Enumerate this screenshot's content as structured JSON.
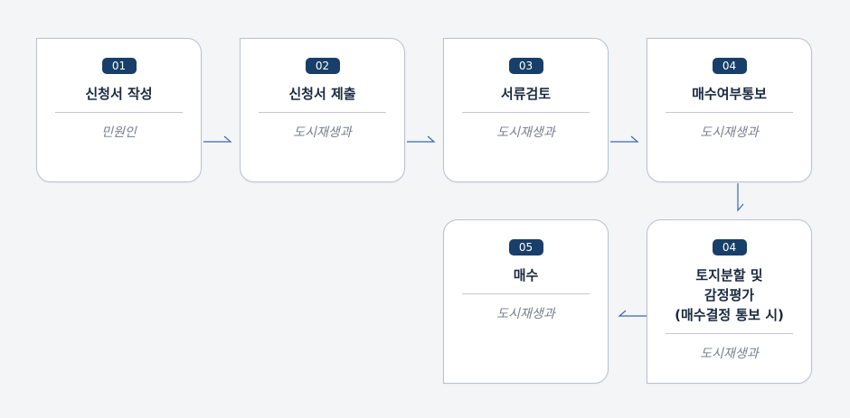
{
  "steps": [
    {
      "number": "01",
      "title_lines": [
        "신청서 작성"
      ],
      "org": "민원인"
    },
    {
      "number": "02",
      "title_lines": [
        "신청서 제출"
      ],
      "org": "도시재생과"
    },
    {
      "number": "03",
      "title_lines": [
        "서류검토"
      ],
      "org": "도시재생과"
    },
    {
      "number": "04",
      "title_lines": [
        "매수여부통보"
      ],
      "org": "도시재생과"
    },
    {
      "number": "04",
      "title_lines": [
        "토지분할 및",
        "감정평가",
        "(매수결정 통보 시)"
      ],
      "org": "도시재생과"
    },
    {
      "number": "05",
      "title_lines": [
        "매수"
      ],
      "org": "도시재생과"
    }
  ],
  "colors": {
    "badge": "#183f69",
    "arrow": "#3d6aa5",
    "card_border": "#b9c1cf"
  }
}
